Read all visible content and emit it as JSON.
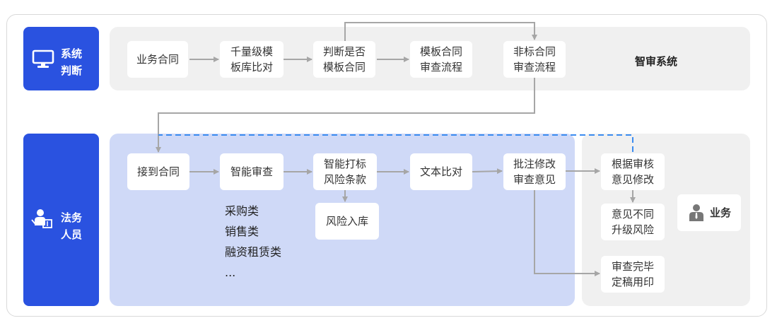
{
  "top_section": {
    "label_line1": "系统",
    "label_line2": "判断",
    "icon": "monitor-icon",
    "steps": [
      "业务合同",
      "千量级模\n板库比对",
      "判断是否\n模板合同",
      "模板合同\n审查流程",
      "非标合同\n审查流程"
    ],
    "system_name": "智审系统"
  },
  "bottom_section": {
    "label_line1": "法务",
    "label_line2": "人员",
    "icon": "presenter-icon",
    "steps": [
      "接到合同",
      "智能审查",
      "智能打标\n风险条款",
      "文本比对",
      "批注修改\n审查意见"
    ],
    "risk_store": "风险入库",
    "categories": [
      "采购类",
      "销售类",
      "融资租赁类",
      "..."
    ],
    "business_steps": [
      "根据审核\n意见修改",
      "意见不同\n升级风险",
      "审查完毕\n定稿用印"
    ],
    "business_label": "业务",
    "business_icon": "person-icon"
  },
  "colors": {
    "brand_blue": "#2a52e0",
    "panel_gray": "#f0f0f0",
    "panel_lightblue": "#cfd9f7",
    "arrow_gray": "#a6a6a6",
    "dashed_blue": "#3b8cf0"
  }
}
